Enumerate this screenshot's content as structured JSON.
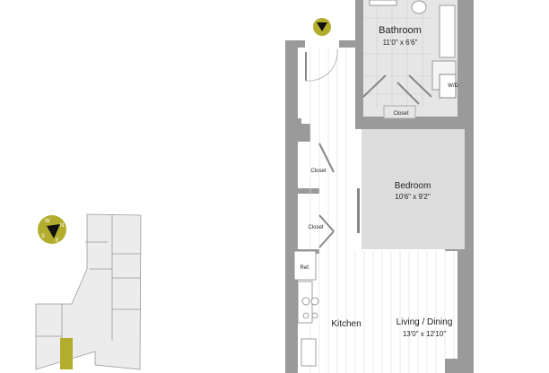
{
  "rooms": {
    "bathroom": {
      "name": "Bathroom",
      "dims": "11'0\" x 6'6\""
    },
    "bedroom": {
      "name": "Bedroom",
      "dims": "10'6\" x 9'2\""
    },
    "living": {
      "name": "Living / Dining",
      "dims": "13'0\" x 12'10\""
    },
    "kitchen": {
      "name": "Kitchen"
    },
    "closet_bath": "Closet",
    "closet_upper": "Closet",
    "closet_lower": "Closet",
    "washer_dryer": "W/D",
    "refrigerator": "Ref."
  },
  "compass": {
    "n": "N",
    "s": "S",
    "e": "E",
    "w": "W"
  },
  "colors": {
    "accent": "#b3ad2e",
    "wall": "#9a9a9a",
    "bedroom": "#dcdcdc",
    "tile": "#e6e6e6",
    "keyplan": "#ececec"
  }
}
